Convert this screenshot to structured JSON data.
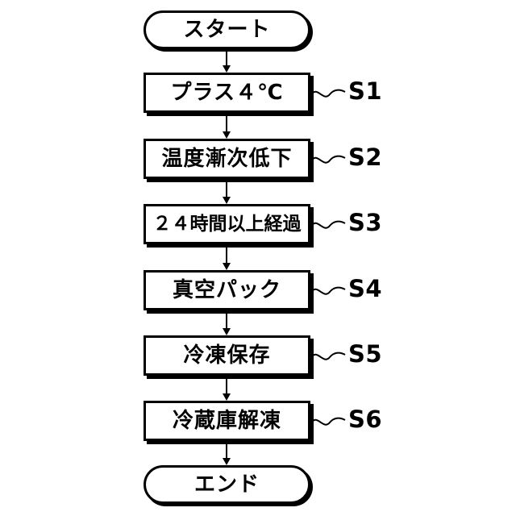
{
  "flowchart": {
    "start": {
      "label": "スタート"
    },
    "end": {
      "label": "エンド"
    },
    "steps": [
      {
        "id": "S1",
        "label": "プラス４℃"
      },
      {
        "id": "S2",
        "label": "温度漸次低下"
      },
      {
        "id": "S3",
        "label": "２４時間以上経過"
      },
      {
        "id": "S4",
        "label": "真空パック"
      },
      {
        "id": "S5",
        "label": "冷凍保存"
      },
      {
        "id": "S6",
        "label": "冷蔵庫解凍"
      }
    ],
    "flow": [
      "start→S1",
      "S1→S2",
      "S2→S3",
      "S3→S4",
      "S4→S5",
      "S5→S6",
      "S6→end"
    ],
    "colors": {
      "line": "#000000",
      "fill": "#ffffff",
      "background": "#ffffff"
    }
  }
}
